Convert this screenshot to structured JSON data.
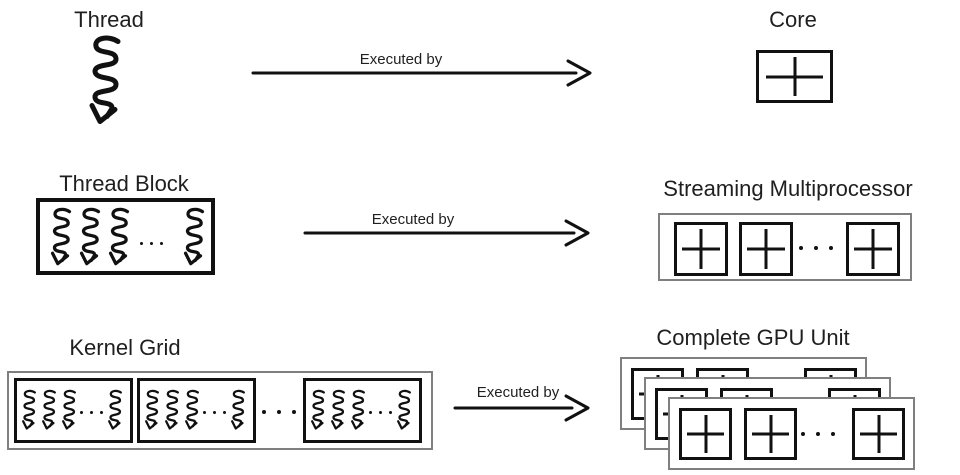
{
  "rows": [
    {
      "left_label": "Thread",
      "arrow_label": "Executed by",
      "right_label": "Core"
    },
    {
      "left_label": "Thread Block",
      "arrow_label": "Executed by",
      "right_label": "Streaming Multiprocessor"
    },
    {
      "left_label": "Kernel Grid",
      "arrow_label": "Executed by",
      "right_label": "Complete GPU Unit"
    }
  ],
  "icons": {
    "squiggle": "hand-drawn thread squiggle arrow pointing down",
    "plus_box": "square box containing a plus sign (core)",
    "ellipsis": "three dots meaning repetition",
    "arrow": "long right arrow"
  },
  "colors": {
    "ink": "#111111",
    "container_border": "#7f7f7f",
    "text": "#1f1f1f",
    "background": "#ffffff"
  }
}
